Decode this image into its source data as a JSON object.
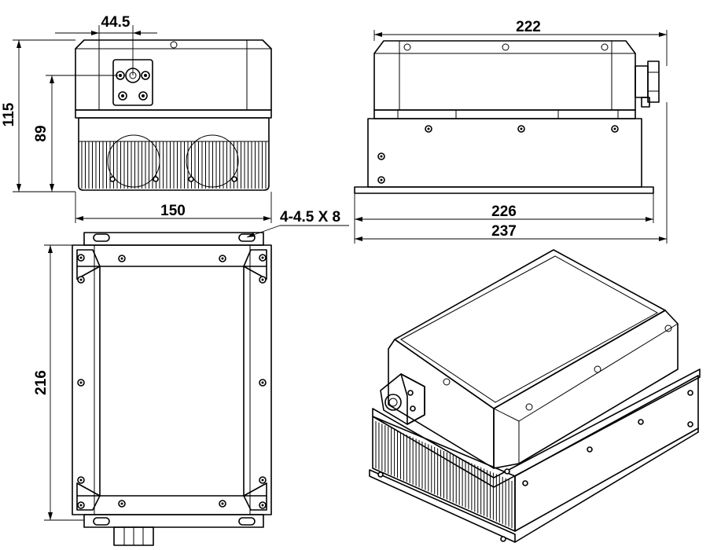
{
  "dimensions": {
    "front_offset": "44.5",
    "height_total": "115",
    "height_body": "89",
    "width_front": "150",
    "length_top": "222",
    "length_base_inner": "226",
    "length_base_outer": "237",
    "mount_holes": "4-4.5 X 8",
    "plan_length": "216"
  }
}
